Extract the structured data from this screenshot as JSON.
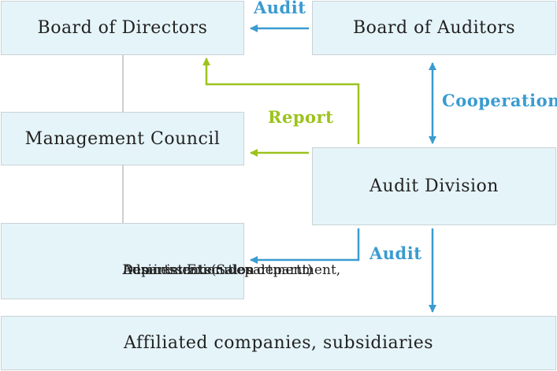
{
  "boxes": {
    "board_of_directors": "Board of Directors",
    "board_of_auditors": "Board of Auditors",
    "management_council": "Management Council",
    "audit_division": "Audit Division",
    "business_execution": {
      "line1": "Business Execution",
      "line2": "Departments(Sales department,",
      "line3": "Administration department)"
    },
    "affiliated": "Affiliated companies, subsidiaries"
  },
  "labels": {
    "audit_top": "Audit",
    "cooperation": "Cooperation",
    "report": "Report",
    "audit_bottom": "Audit"
  },
  "colors": {
    "audit_arrow": "#3a9bd0",
    "report_arrow": "#9cc31d",
    "connector": "#bdbdbd",
    "box_fill": "#e5f4f9"
  }
}
